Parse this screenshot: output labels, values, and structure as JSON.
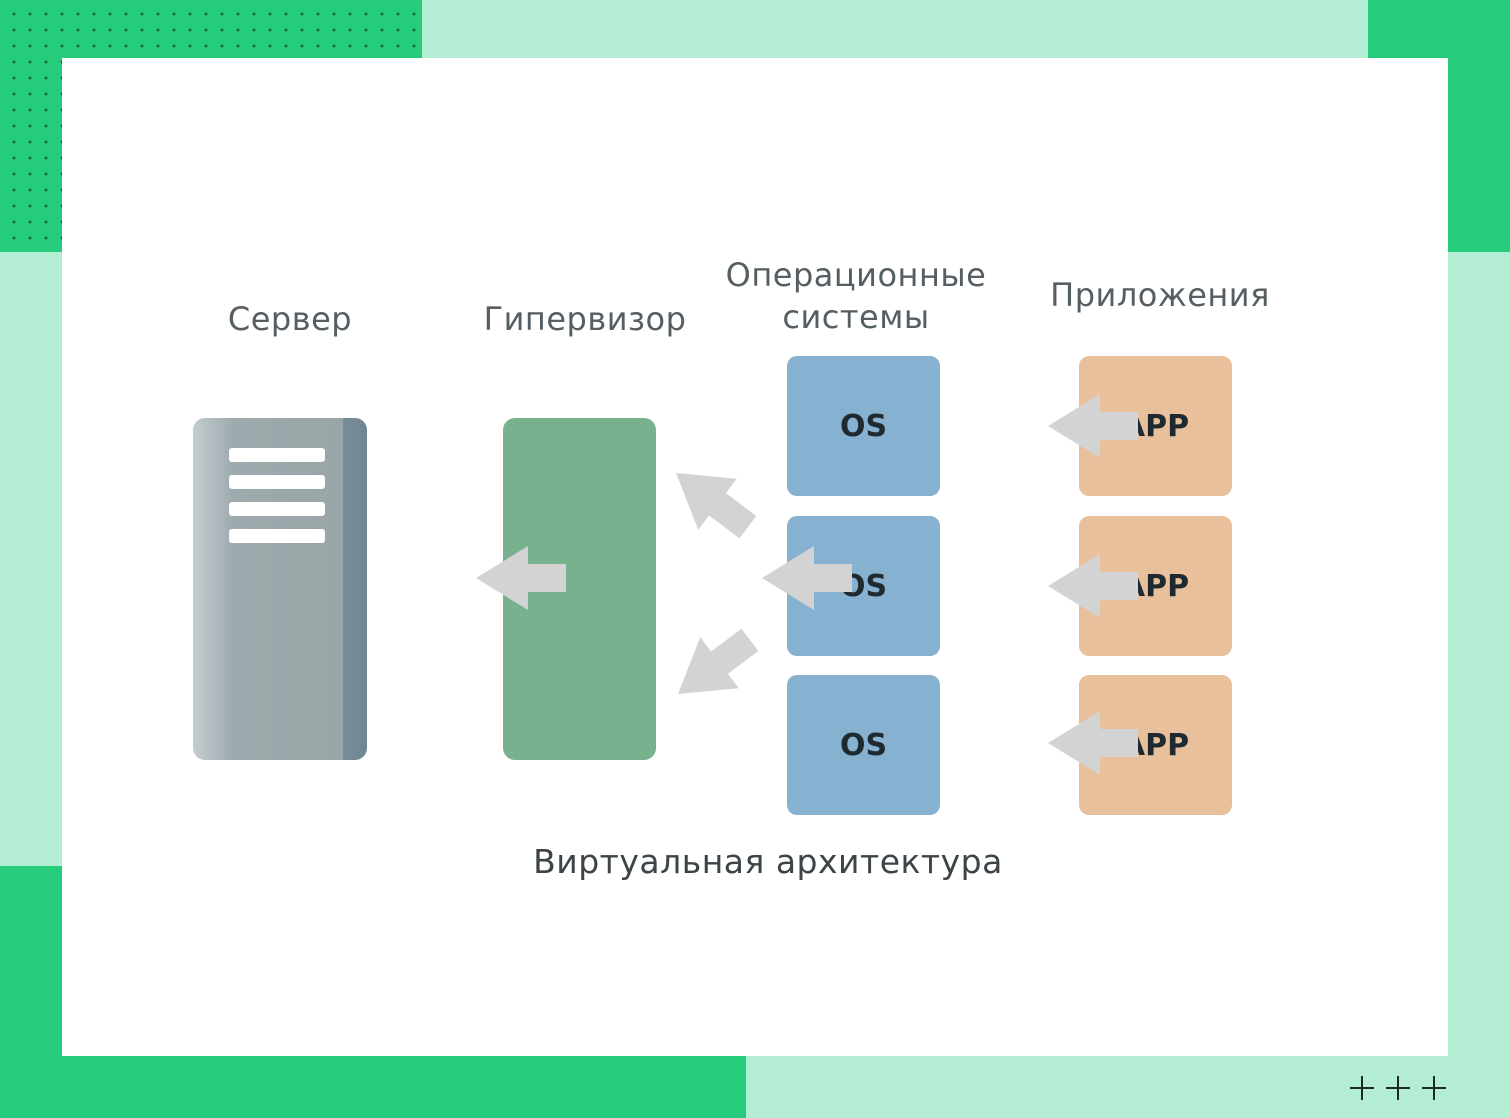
{
  "labels": {
    "server": "Сервер",
    "hypervisor": "Гипервизор",
    "os_line1": "Операционные",
    "os_line2": "системы",
    "apps": "Приложения",
    "caption": "Виртуальная архитектура"
  },
  "os_boxes": [
    "OS",
    "OS",
    "OS"
  ],
  "app_boxes": [
    "APP",
    "APP",
    "APP"
  ],
  "colors": {
    "accent_green": "#25cc7c",
    "mint_background": "#b3edd4",
    "hypervisor": "#78b18d",
    "os_box": "#86b1d0",
    "app_box": "#e8c09c",
    "server": "#9eabae",
    "arrow": "#d3d3d3"
  }
}
